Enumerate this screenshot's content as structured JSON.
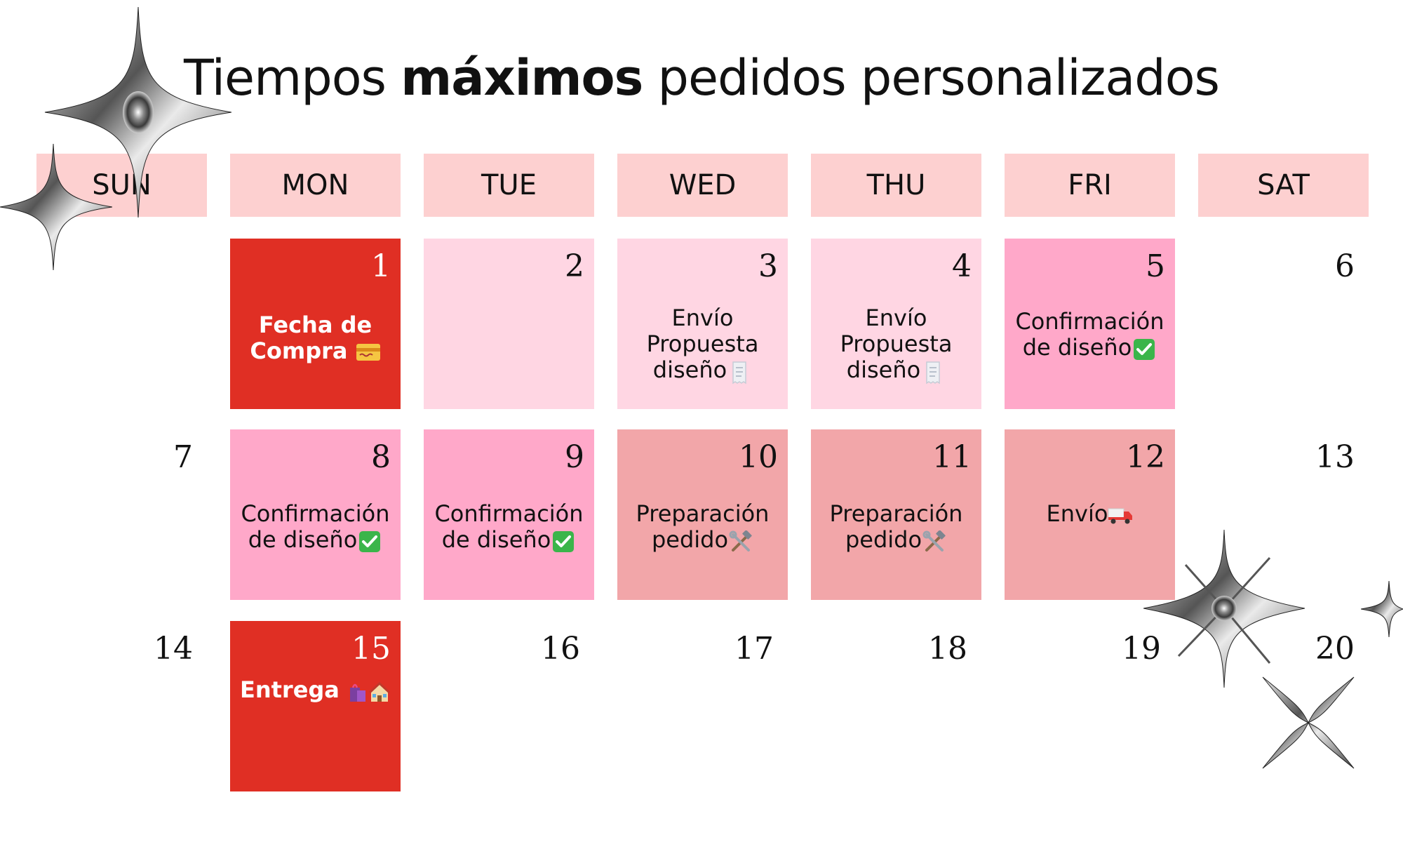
{
  "title": {
    "part1": "Tiempos ",
    "bold": "máximos",
    "part2": " pedidos personalizados"
  },
  "days": [
    "SUN",
    "MON",
    "TUE",
    "WED",
    "THU",
    "FRI",
    "SAT"
  ],
  "cells": {
    "d1": {
      "num": "1",
      "text_line1": "Fecha de",
      "text_line2": "Compra",
      "icon": "credit-card-icon"
    },
    "d2": {
      "num": "2"
    },
    "d3": {
      "num": "3",
      "text_line1": "Envío",
      "text_line2": "Propuesta",
      "text_line3": "diseño",
      "icon": "receipt-icon"
    },
    "d4": {
      "num": "4",
      "text_line1": "Envío",
      "text_line2": "Propuesta",
      "text_line3": "diseño",
      "icon": "receipt-icon"
    },
    "d5": {
      "num": "5",
      "text_line1": "Confirmación",
      "text_line2": "de diseño",
      "icon": "check-mark-icon"
    },
    "d6": {
      "num": "6"
    },
    "d7": {
      "num": "7"
    },
    "d8": {
      "num": "8",
      "text_line1": "Confirmación",
      "text_line2": "de diseño",
      "icon": "check-mark-icon"
    },
    "d9": {
      "num": "9",
      "text_line1": "Confirmación",
      "text_line2": "de diseño",
      "icon": "check-mark-icon"
    },
    "d10": {
      "num": "10",
      "text_line1": "Preparación",
      "text_line2": "pedido",
      "icon": "hammer-wrench-icon"
    },
    "d11": {
      "num": "11",
      "text_line1": "Preparación",
      "text_line2": "pedido",
      "icon": "hammer-wrench-icon"
    },
    "d12": {
      "num": "12",
      "text_line1": "Envío",
      "icon": "truck-icon"
    },
    "d13": {
      "num": "13"
    },
    "d14": {
      "num": "14"
    },
    "d15": {
      "num": "15",
      "text_line1": "Entrega",
      "icon": "shopping-bags-house-icon"
    },
    "d16": {
      "num": "16"
    },
    "d17": {
      "num": "17"
    },
    "d18": {
      "num": "18"
    },
    "d19": {
      "num": "19"
    },
    "d20": {
      "num": "20"
    }
  },
  "colors": {
    "header": "#fdd0d0",
    "red": "#e02f24",
    "light_pink": "#ffd6e3",
    "pink": "#ffa8c9",
    "salmon": "#f2a6a9"
  }
}
